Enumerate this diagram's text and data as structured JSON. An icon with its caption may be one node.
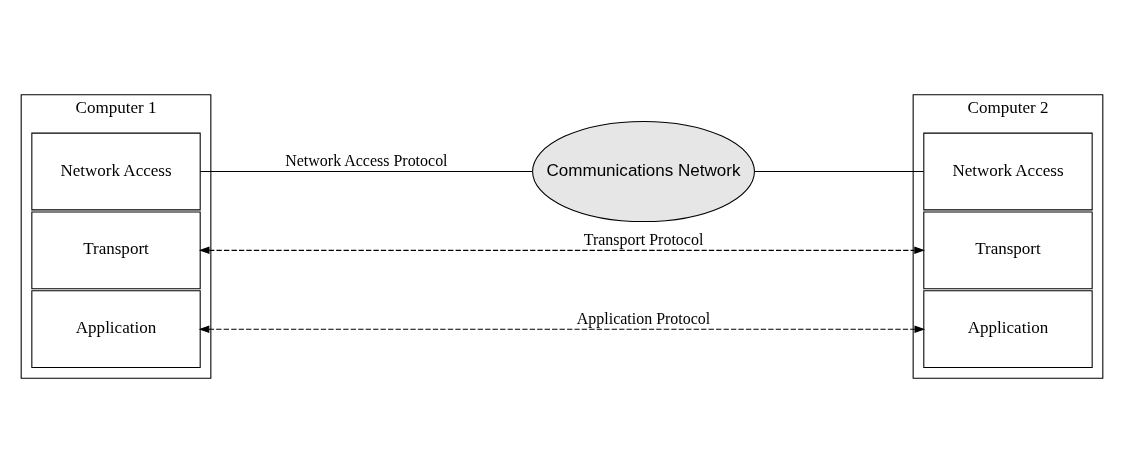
{
  "diagram": {
    "nodes": [
      {
        "text": [
          "Computer 1"
        ]
      },
      {
        "text": [
          "Application"
        ],
        "in": 0
      },
      {
        "text": [
          "Transport"
        ],
        "in": 0
      },
      {
        "text": [
          "Network Access"
        ],
        "in": 0
      },
      {
        "text": [
          "Computer 2"
        ]
      },
      {
        "text": [
          "Application"
        ],
        "in": 4
      },
      {
        "text": [
          "Transport"
        ],
        "in": 4
      },
      {
        "text": [
          "Network Access"
        ],
        "in": 4
      },
      {
        "text": [
          "Communications Network"
        ]
      }
    ],
    "edges": [
      {
        "from": 1,
        "to": 5,
        "arrow": "both",
        "style": "dashed",
        "label": "Application Protocol"
      },
      {
        "from": 2,
        "to": 6,
        "arrow": "both",
        "style": "dashed",
        "label": "Transport Protocol"
      },
      {
        "from": 3,
        "to": 8,
        "arrow": "none",
        "label": "Network Access Protocol"
      },
      {
        "from": 8,
        "to": 7,
        "arrow": "none"
      }
    ]
  }
}
